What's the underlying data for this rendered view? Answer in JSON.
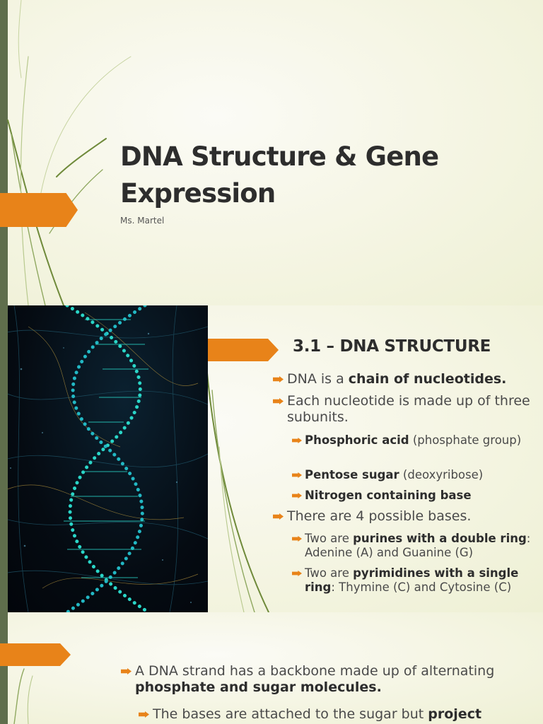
{
  "slide1": {
    "title": "DNA Structure & Gene Expression",
    "subtitle": "Ms. Martel"
  },
  "slide2": {
    "heading": "3.1 – DNA STRUCTURE",
    "b1": {
      "pre": "DNA is a ",
      "bold": "chain of nucleotides.",
      "post": ""
    },
    "b2": {
      "text": "Each nucleotide is made up of three subunits."
    },
    "b2a": {
      "bold": "Phosphoric acid",
      "post": " (phosphate group)"
    },
    "b2b": {
      "bold": "Pentose sugar",
      "post": " (deoxyribose)"
    },
    "b2c": {
      "bold": "Nitrogen containing base",
      "post": ""
    },
    "b3": {
      "text": "There are 4 possible bases."
    },
    "b3a": {
      "pre": "Two are ",
      "bold": "purines with a double ring",
      "post": ": Adenine (A) and Guanine (G)"
    },
    "b3b": {
      "pre": "Two are ",
      "bold": "pyrimidines with a single ring",
      "post": ": Thymine (C) and Cytosine (C)"
    }
  },
  "slide3": {
    "b1": {
      "pre": "A DNA strand has a backbone made up of alternating ",
      "bold": "phosphate and sugar molecules.",
      "post": ""
    },
    "b2": {
      "pre": "The bases are attached to the sugar but ",
      "bold": "project",
      "post": ""
    }
  },
  "colors": {
    "accent": "#e88319",
    "sidebar": "#5f6e4c",
    "helix": "#2ad6c8",
    "background": "#f6f6e6"
  },
  "image": {
    "icon": "dna-helix-photo"
  }
}
